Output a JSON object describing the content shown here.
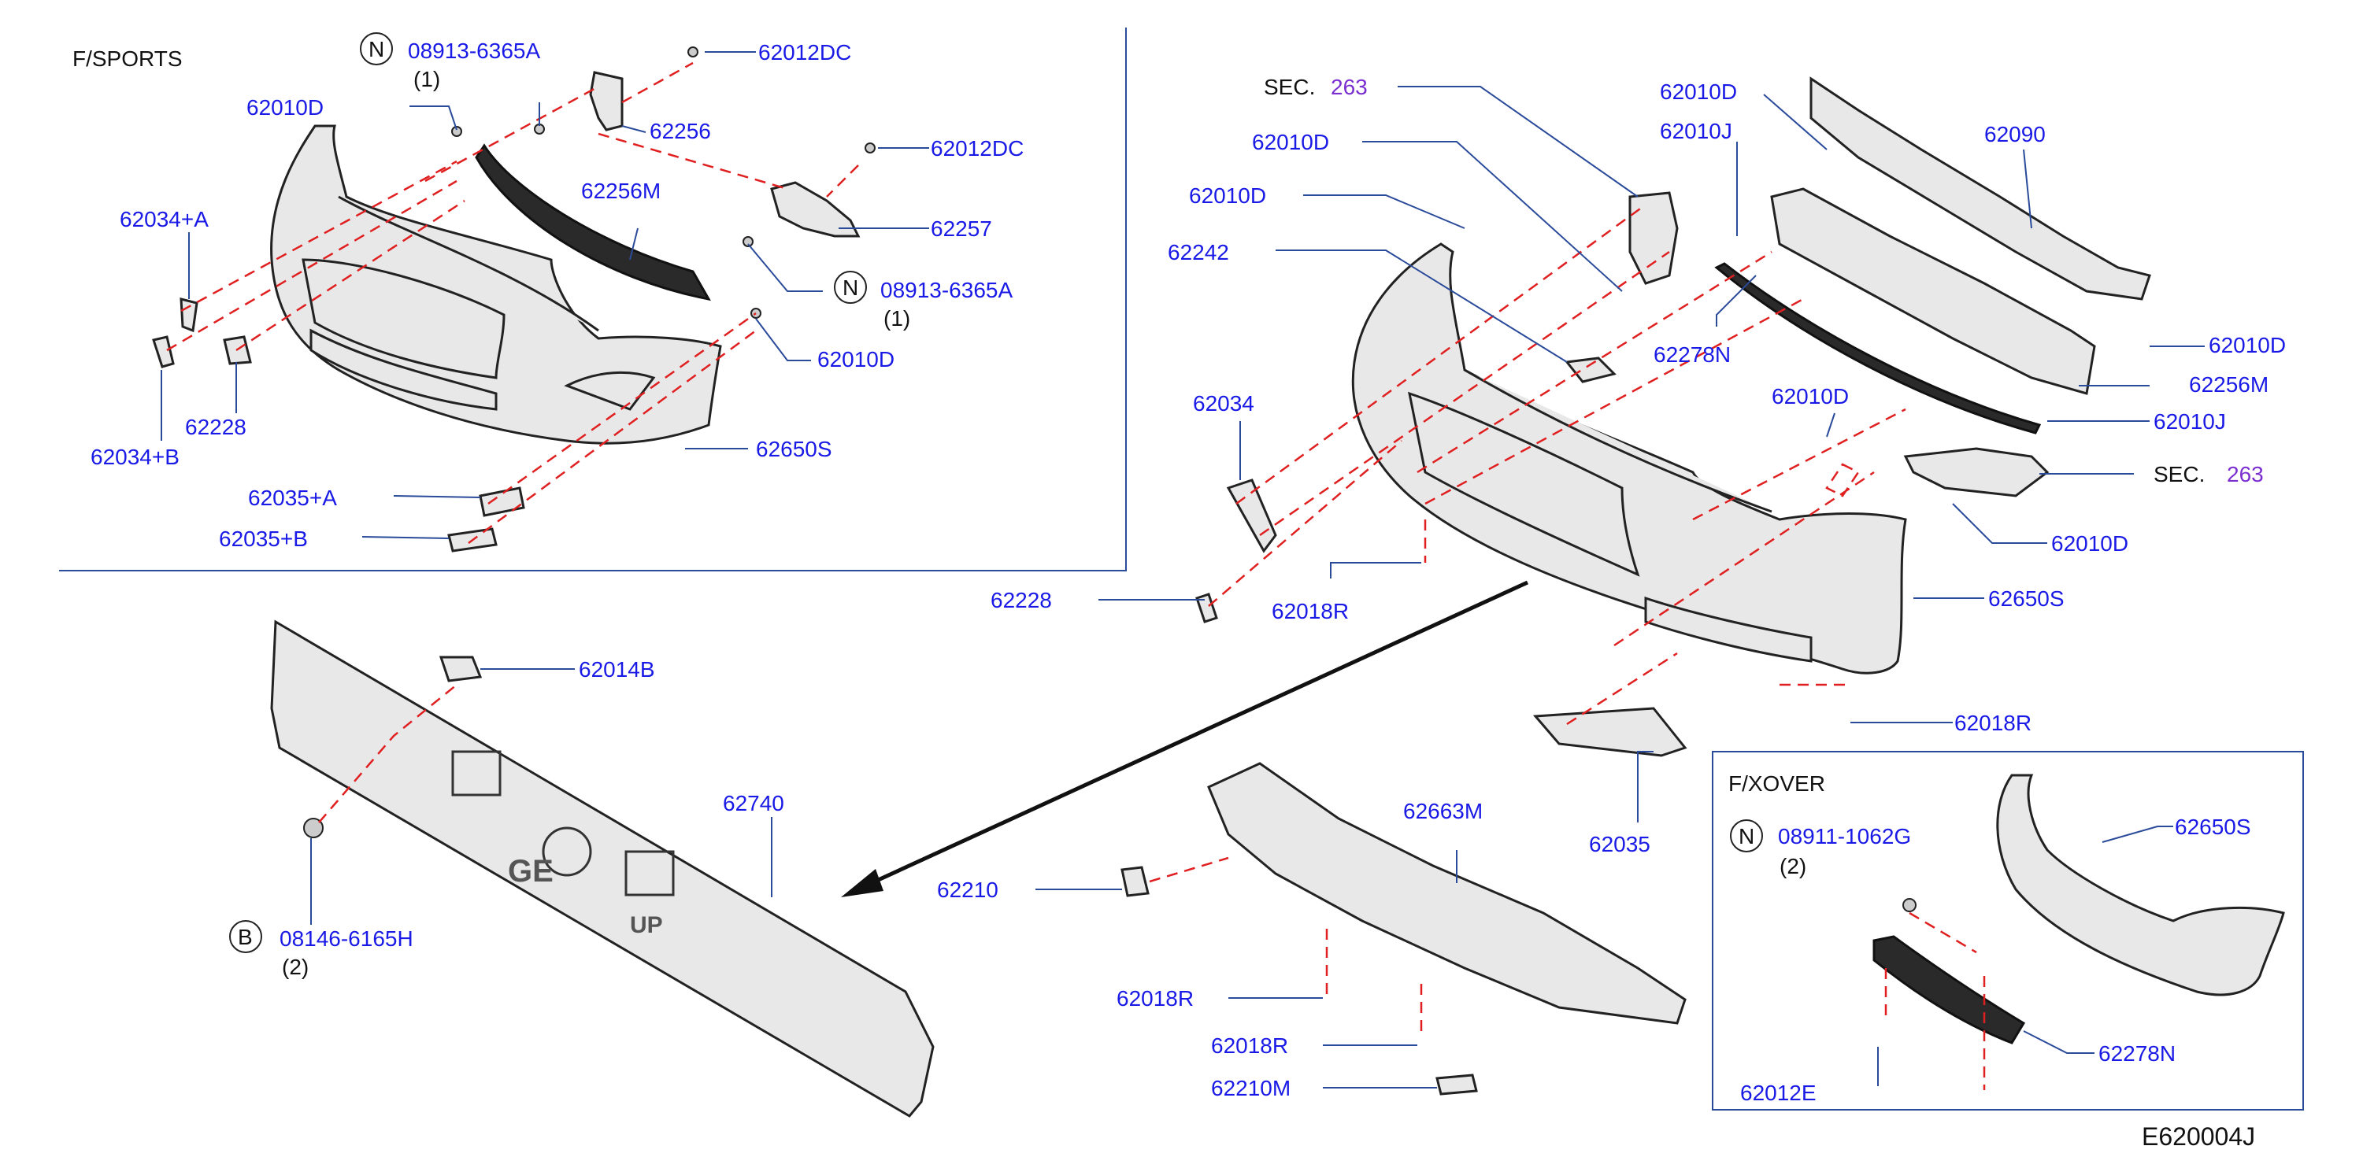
{
  "insets": {
    "sports_title": "F/SPORTS",
    "xover_title": "F/XOVER"
  },
  "diagram_code": "E620004J",
  "symbols": {
    "N": "N",
    "B": "B"
  },
  "sports": {
    "labels": {
      "nut_top_code": "08913-6365A",
      "nut_top_qty": "(1)",
      "clip_62012dc_top": "62012DC",
      "clip_62010d_left": "62010D",
      "bracket_62256": "62256",
      "clip_62012dc_mid": "62012DC",
      "grille_62256m": "62256M",
      "bracket_62257": "62257",
      "nut_mid_code": "08913-6365A",
      "nut_mid_qty": "(1)",
      "clip_62010d_right": "62010D",
      "trim_62034a": "62034+A",
      "trim_62034b": "62034+B",
      "retainer_62228": "62228",
      "bumper_62650s": "62650S",
      "trim_62035a": "62035+A",
      "trim_62035b": "62035+B"
    }
  },
  "main": {
    "labels": {
      "sec_top_prefix": "SEC.",
      "sec_top_num": "263",
      "clip_62010d_a": "62010D",
      "clip_62010d_b": "62010D",
      "clip_62010d_c": "62010D",
      "clip_62010j_a": "62010J",
      "reinforce_62090": "62090",
      "bracket_62242": "62242",
      "strip_62278n": "62278N",
      "clip_62010d_d": "62010D",
      "grille_62256m": "62256M",
      "clip_62010d_e": "62010D",
      "clip_62010j_b": "62010J",
      "sec_right_prefix": "SEC.",
      "sec_right_num": "263",
      "clip_62010d_f": "62010D",
      "trim_62034": "62034",
      "retainer_62228": "62228",
      "clip_62018r_a": "62018R",
      "bumper_62650s": "62650S",
      "clip_62018r_b": "62018R",
      "trim_62035": "62035"
    }
  },
  "plate": {
    "labels": {
      "clip_62014b": "62014B",
      "plate_62740": "62740",
      "bolt_code": "08146-6165H",
      "bolt_qty": "(2)",
      "emboss_ge": "GE",
      "emboss_up": "UP"
    }
  },
  "undercover": {
    "labels": {
      "cover_62663m": "62663M",
      "clip_62210": "62210",
      "clip_62018r_a": "62018R",
      "clip_62018r_b": "62018R",
      "clip_62210m": "62210M"
    }
  },
  "xover": {
    "labels": {
      "bumper_62650s": "62650S",
      "nut_code": "08911-1062G",
      "nut_qty": "(2)",
      "strip_62278n": "62278N",
      "clip_62012e": "62012E"
    }
  },
  "colors": {
    "label_blue": "#1a1ae6",
    "sec_purple": "#7b2fd0",
    "leader_blue": "#2a4a9a",
    "dashed_red": "#e02020"
  }
}
